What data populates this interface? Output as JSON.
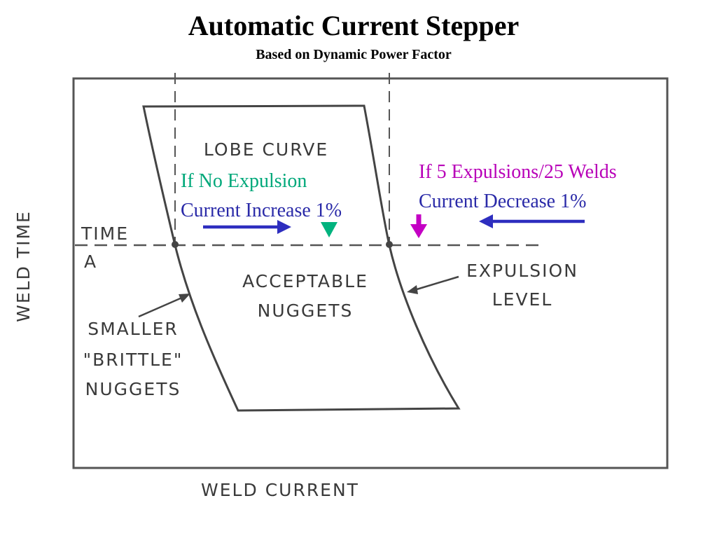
{
  "header": {
    "title": "Automatic Current Stepper",
    "subtitle": "Based on Dynamic Power Factor"
  },
  "diagram": {
    "axis_y_label": "WELD TIME",
    "axis_x_label": "WELD CURRENT",
    "region_top_label": "LOBE CURVE",
    "region_main_label_line1": "ACCEPTABLE",
    "region_main_label_line2": "NUGGETS",
    "time_marker_line1": "TIME",
    "time_marker_line2": "A",
    "left_boundary_line1": "SMALLER",
    "left_boundary_line2": "\"BRITTLE\"",
    "left_boundary_line3": "NUGGETS",
    "right_boundary_line1": "EXPULSION",
    "right_boundary_line2": "LEVEL"
  },
  "annotations": {
    "left": {
      "line1": "If No Expulsion",
      "line2": "Current Increase 1%",
      "line1_color": "#00a87a",
      "line2_color": "#2a2aa8",
      "marker_color": "#00b37e",
      "arrow_color": "#2e2ebf"
    },
    "right": {
      "line1": "If 5 Expulsions/25 Welds",
      "line2": "Current Decrease 1%",
      "line1_color": "#b800b8",
      "line2_color": "#2a2aa8",
      "marker_color": "#c400c4",
      "arrow_color": "#2e2ebf"
    }
  }
}
